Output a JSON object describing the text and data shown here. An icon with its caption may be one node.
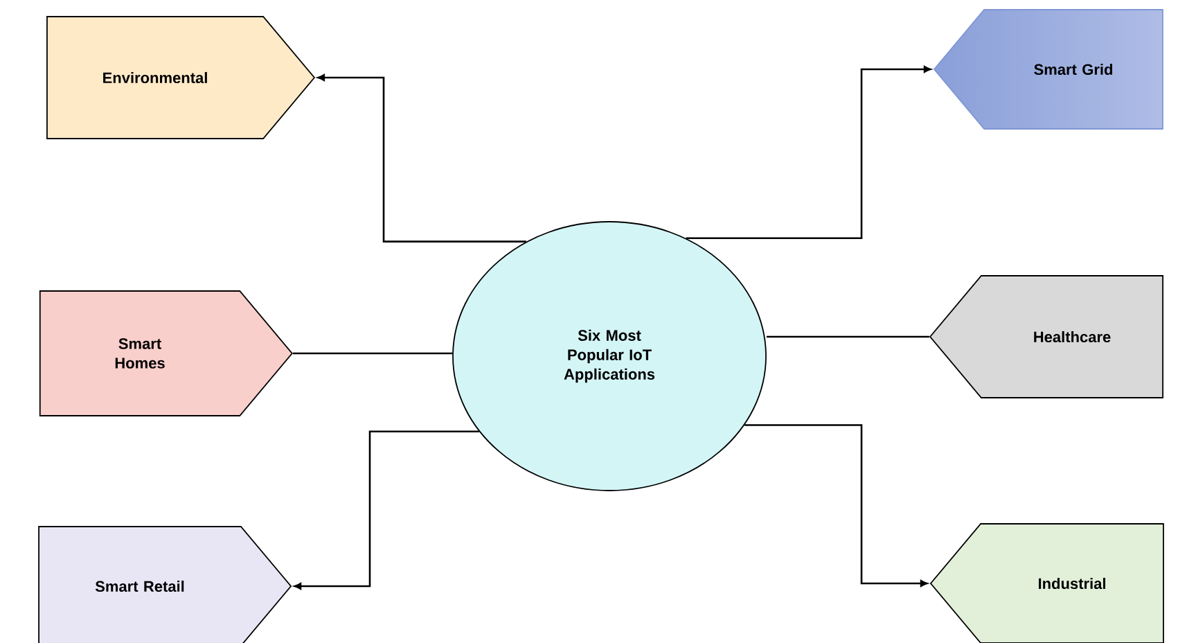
{
  "diagram": {
    "nodes": [
      {
        "text": [
          "Six Most Popular IoT Applications"
        ]
      },
      {
        "text": [
          "Environmental"
        ]
      },
      {
        "text": [
          "Smart Grid"
        ]
      },
      {
        "text": [
          "Smart Homes"
        ]
      },
      {
        "text": [
          "Healthcare"
        ]
      },
      {
        "text": [
          "Smart Retail"
        ]
      },
      {
        "text": [
          "Industrial"
        ]
      }
    ],
    "edges": [
      {
        "from": 0,
        "to": 1,
        "arrow": "to"
      },
      {
        "from": 0,
        "to": 2,
        "arrow": "to"
      },
      {
        "from": 0,
        "to": 3,
        "arrow": "none"
      },
      {
        "from": 0,
        "to": 4,
        "arrow": "none"
      },
      {
        "from": 0,
        "to": 5,
        "arrow": "to"
      },
      {
        "from": 0,
        "to": 6,
        "arrow": "to"
      }
    ]
  }
}
